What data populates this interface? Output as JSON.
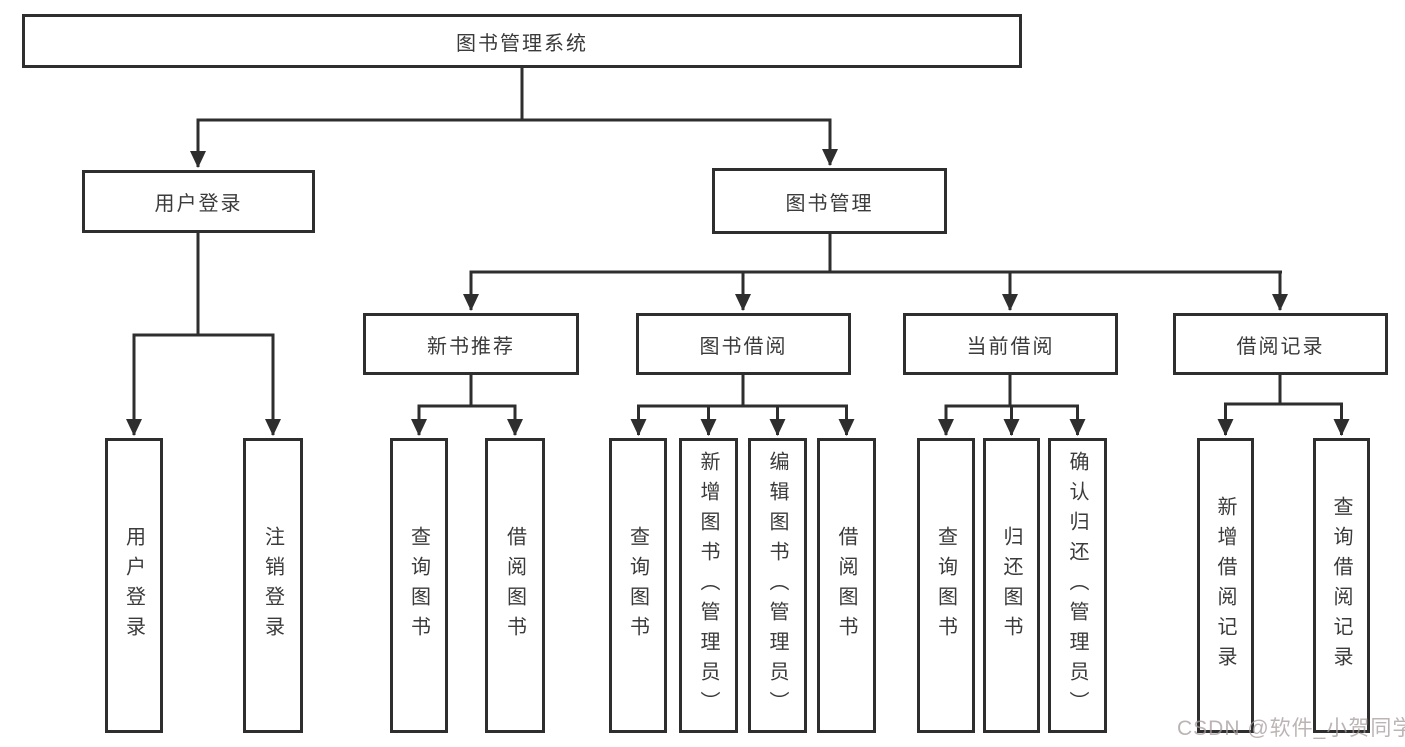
{
  "diagram": {
    "type": "tree",
    "root": {
      "label": "图书管理系统",
      "children": [
        {
          "label": "用户登录",
          "children": [
            {
              "label": "用户登录"
            },
            {
              "label": "注销登录"
            }
          ]
        },
        {
          "label": "图书管理",
          "children": [
            {
              "label": "新书推荐",
              "children": [
                {
                  "label": "查询图书"
                },
                {
                  "label": "借阅图书"
                }
              ]
            },
            {
              "label": "图书借阅",
              "children": [
                {
                  "label": "查询图书"
                },
                {
                  "label": "新增图书（管理员）"
                },
                {
                  "label": "编辑图书（管理员）"
                },
                {
                  "label": "借阅图书"
                }
              ]
            },
            {
              "label": "当前借阅",
              "children": [
                {
                  "label": "查询图书"
                },
                {
                  "label": "归还图书"
                },
                {
                  "label": "确认归还（管理员）"
                }
              ]
            },
            {
              "label": "借阅记录",
              "children": [
                {
                  "label": "新增借阅记录"
                },
                {
                  "label": "查询借阅记录"
                }
              ]
            }
          ]
        }
      ]
    }
  },
  "watermark": {
    "text": "CSDN @软件_小贺同学"
  },
  "colors": {
    "line": "#2e2e2e",
    "box_border": "#2e2e2e",
    "text": "#3b3b3b",
    "background": "#ffffff",
    "watermark": "#b9b0b0"
  }
}
